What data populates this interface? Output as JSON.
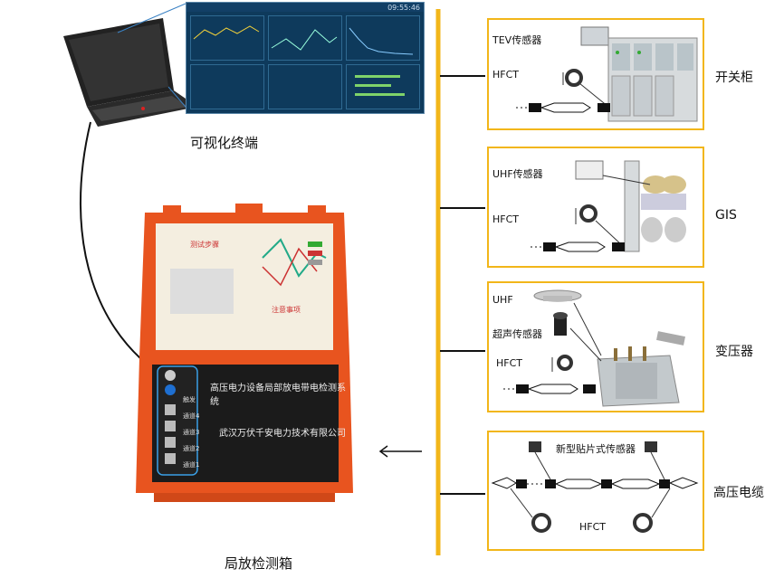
{
  "terminal": {
    "caption": "可视化终端",
    "clock": "09:55:46"
  },
  "detector": {
    "caption": "局放检测箱",
    "panel_title": "高压电力设备局部放电带电检测系统",
    "company": "武汉万伏千安电力技术有限公司",
    "ports": [
      "通道4",
      "通道3",
      "通道2",
      "通道1"
    ],
    "port_top": "触发",
    "lid_title": "测试步骤",
    "lid_notes": "注意事项"
  },
  "panels": [
    {
      "name": "开关柜",
      "sensors": [
        "TEV传感器",
        "HFCT"
      ]
    },
    {
      "name": "GIS",
      "sensors": [
        "UHF传感器",
        "HFCT"
      ]
    },
    {
      "name": "变压器",
      "sensors": [
        "UHF",
        "超声传感器",
        "HFCT"
      ]
    },
    {
      "name": "高压电缆",
      "sensors": [
        "新型贴片式传感器",
        "HFCT"
      ]
    }
  ],
  "colors": {
    "bus": "#f2b619",
    "case": "#e8541f",
    "screen": "#0e3a5c"
  }
}
